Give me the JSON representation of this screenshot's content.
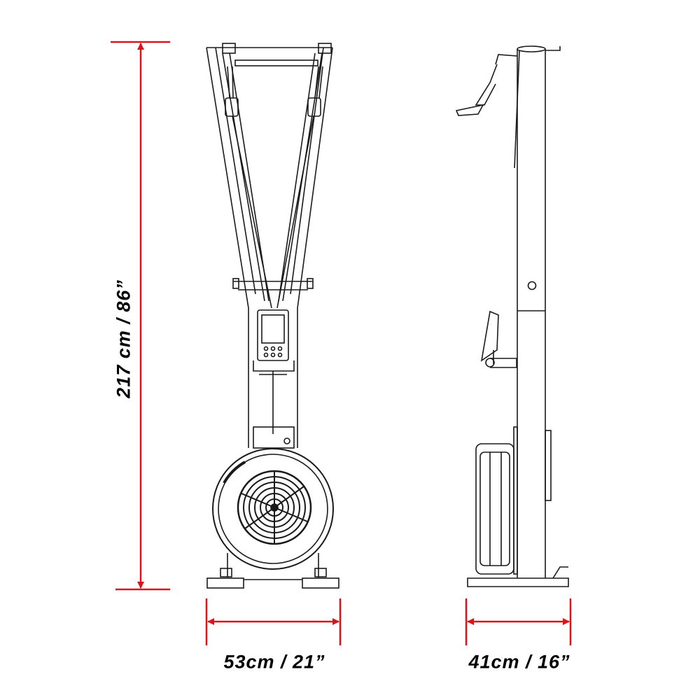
{
  "dimensions": {
    "height_label": "217 cm / 86”",
    "width_label": "53cm / 21”",
    "depth_label": "41cm / 16”"
  },
  "colors": {
    "dimension_line": "#d9141b",
    "drawing": "#1a1a1a"
  }
}
